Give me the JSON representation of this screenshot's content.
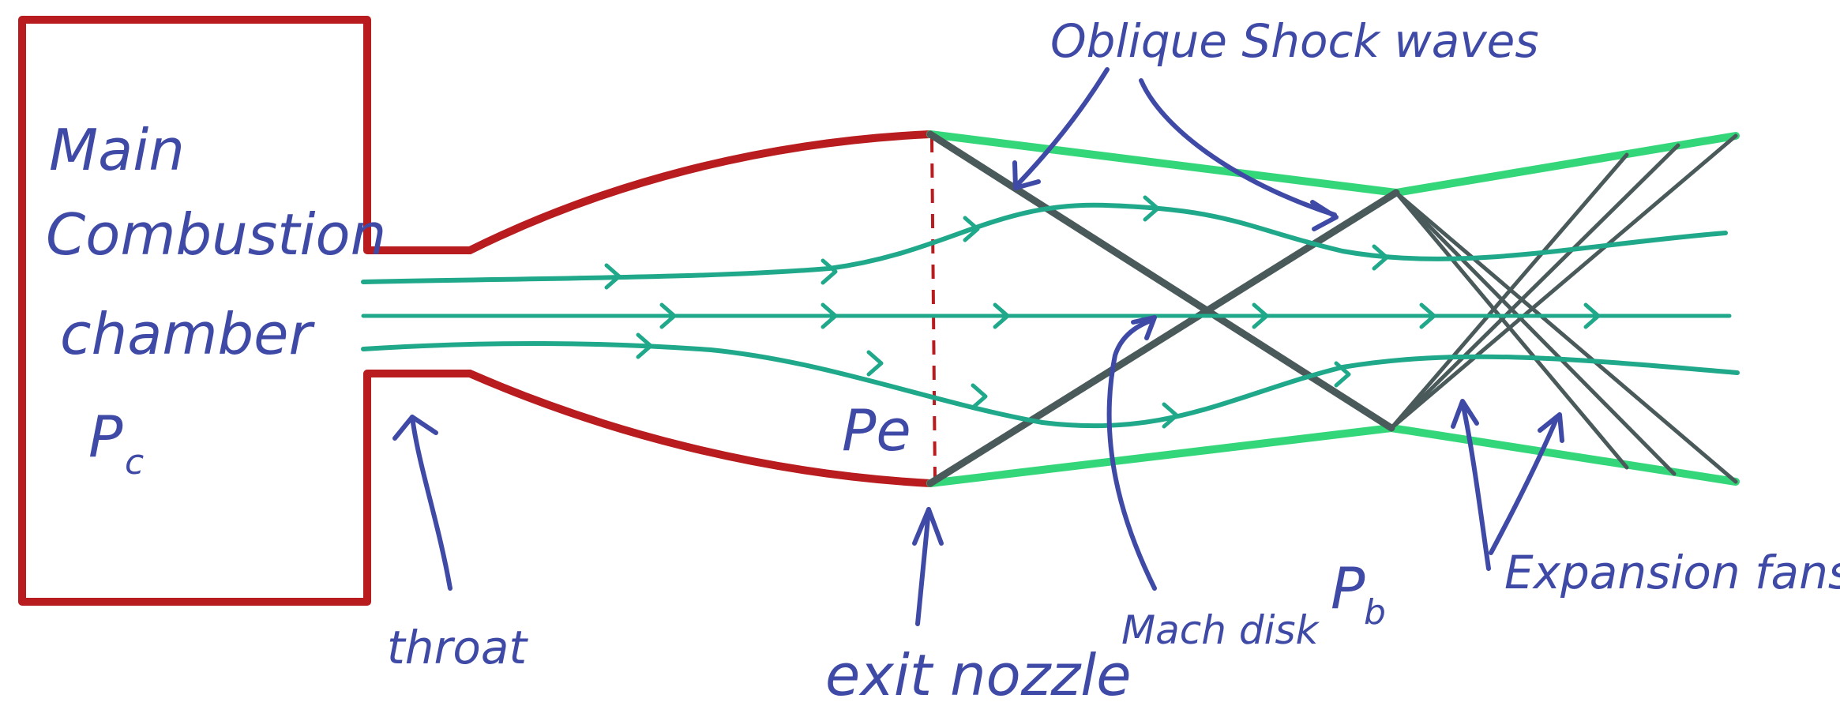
{
  "labels": {
    "chamber_line1": "Main",
    "chamber_line2": "Combustion",
    "chamber_line3": "chamber",
    "pc_main": "P",
    "pc_sub": "c",
    "pe": "Pe",
    "pb_main": "P",
    "pb_sub": "b",
    "throat": "throat",
    "exit_nozzle": "exit nozzle",
    "mach_disk": "Mach disk",
    "oblique_shock_waves": "Oblique Shock waves",
    "expansion_fans": "Expansion fans"
  },
  "colors": {
    "nozzle_wall": "#b81c1f",
    "jet_boundary": "#34d67a",
    "streamline": "#1fa88a",
    "shock": "#4a5a5a",
    "annotation": "#3f4aa6"
  }
}
